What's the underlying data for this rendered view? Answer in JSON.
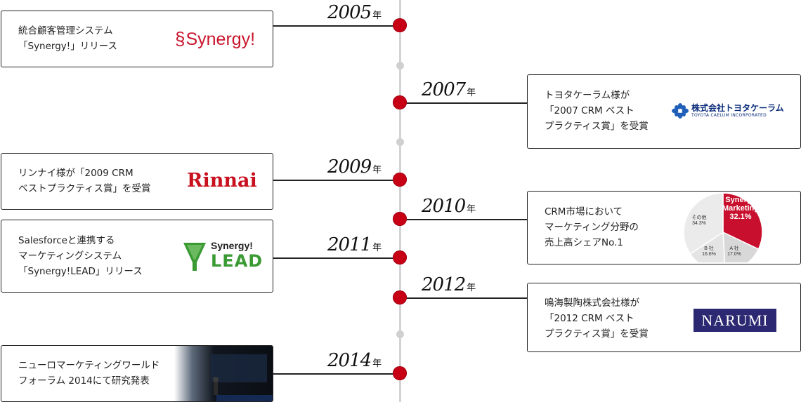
{
  "unit": "年",
  "events": [
    {
      "year": "2005",
      "text": "統合顧客管理システム\n「Synergy!」リリース",
      "logo": "Synergy!"
    },
    {
      "year": "2007",
      "text": "トヨタケーラム様が\n「2007 CRM ベスト\nプラクティス賞」を受賞",
      "logo_jp": "株式会社トヨタケーラム",
      "logo_en": "TOYOTA CAELUM INCORPORATED"
    },
    {
      "year": "2009",
      "text": "リンナイ様が「2009 CRM\nベストプラクティス賞」を受賞",
      "logo": "Rinnai"
    },
    {
      "year": "2010",
      "text": "CRM市場において\nマーケティング分野の\n売上高シェアNo.1"
    },
    {
      "year": "2011",
      "text": "Salesforceと連携する\nマーケティングシステム\n「Synergy!LEAD」リリース",
      "logo_top": "Synergy!",
      "logo_bottom": "LEAD"
    },
    {
      "year": "2012",
      "text": "鳴海製陶株式会社様が\n「2012 CRM ベスト\nプラクティス賞」を受賞",
      "logo": "NARUMI"
    },
    {
      "year": "2014",
      "text": "ニューロマーケティングワールド\nフォーラム 2014にて研究発表"
    }
  ],
  "chart_data": {
    "type": "pie",
    "slices": [
      {
        "label_line1": "Synergy",
        "label_line2": "Marketing",
        "value": 32.1,
        "value_text": "32.1%",
        "color": "#c8102e"
      },
      {
        "label_line1": "A 社",
        "value": 17.0,
        "value_text": "17.0%",
        "color": "#d8d8d8"
      },
      {
        "label_line1": "B 社",
        "value": 16.6,
        "value_text": "16.6%",
        "color": "#e4e4e4"
      },
      {
        "label_line1": "その他",
        "value": 34.3,
        "value_text": "34.3%",
        "color": "#ebebeb"
      }
    ]
  }
}
